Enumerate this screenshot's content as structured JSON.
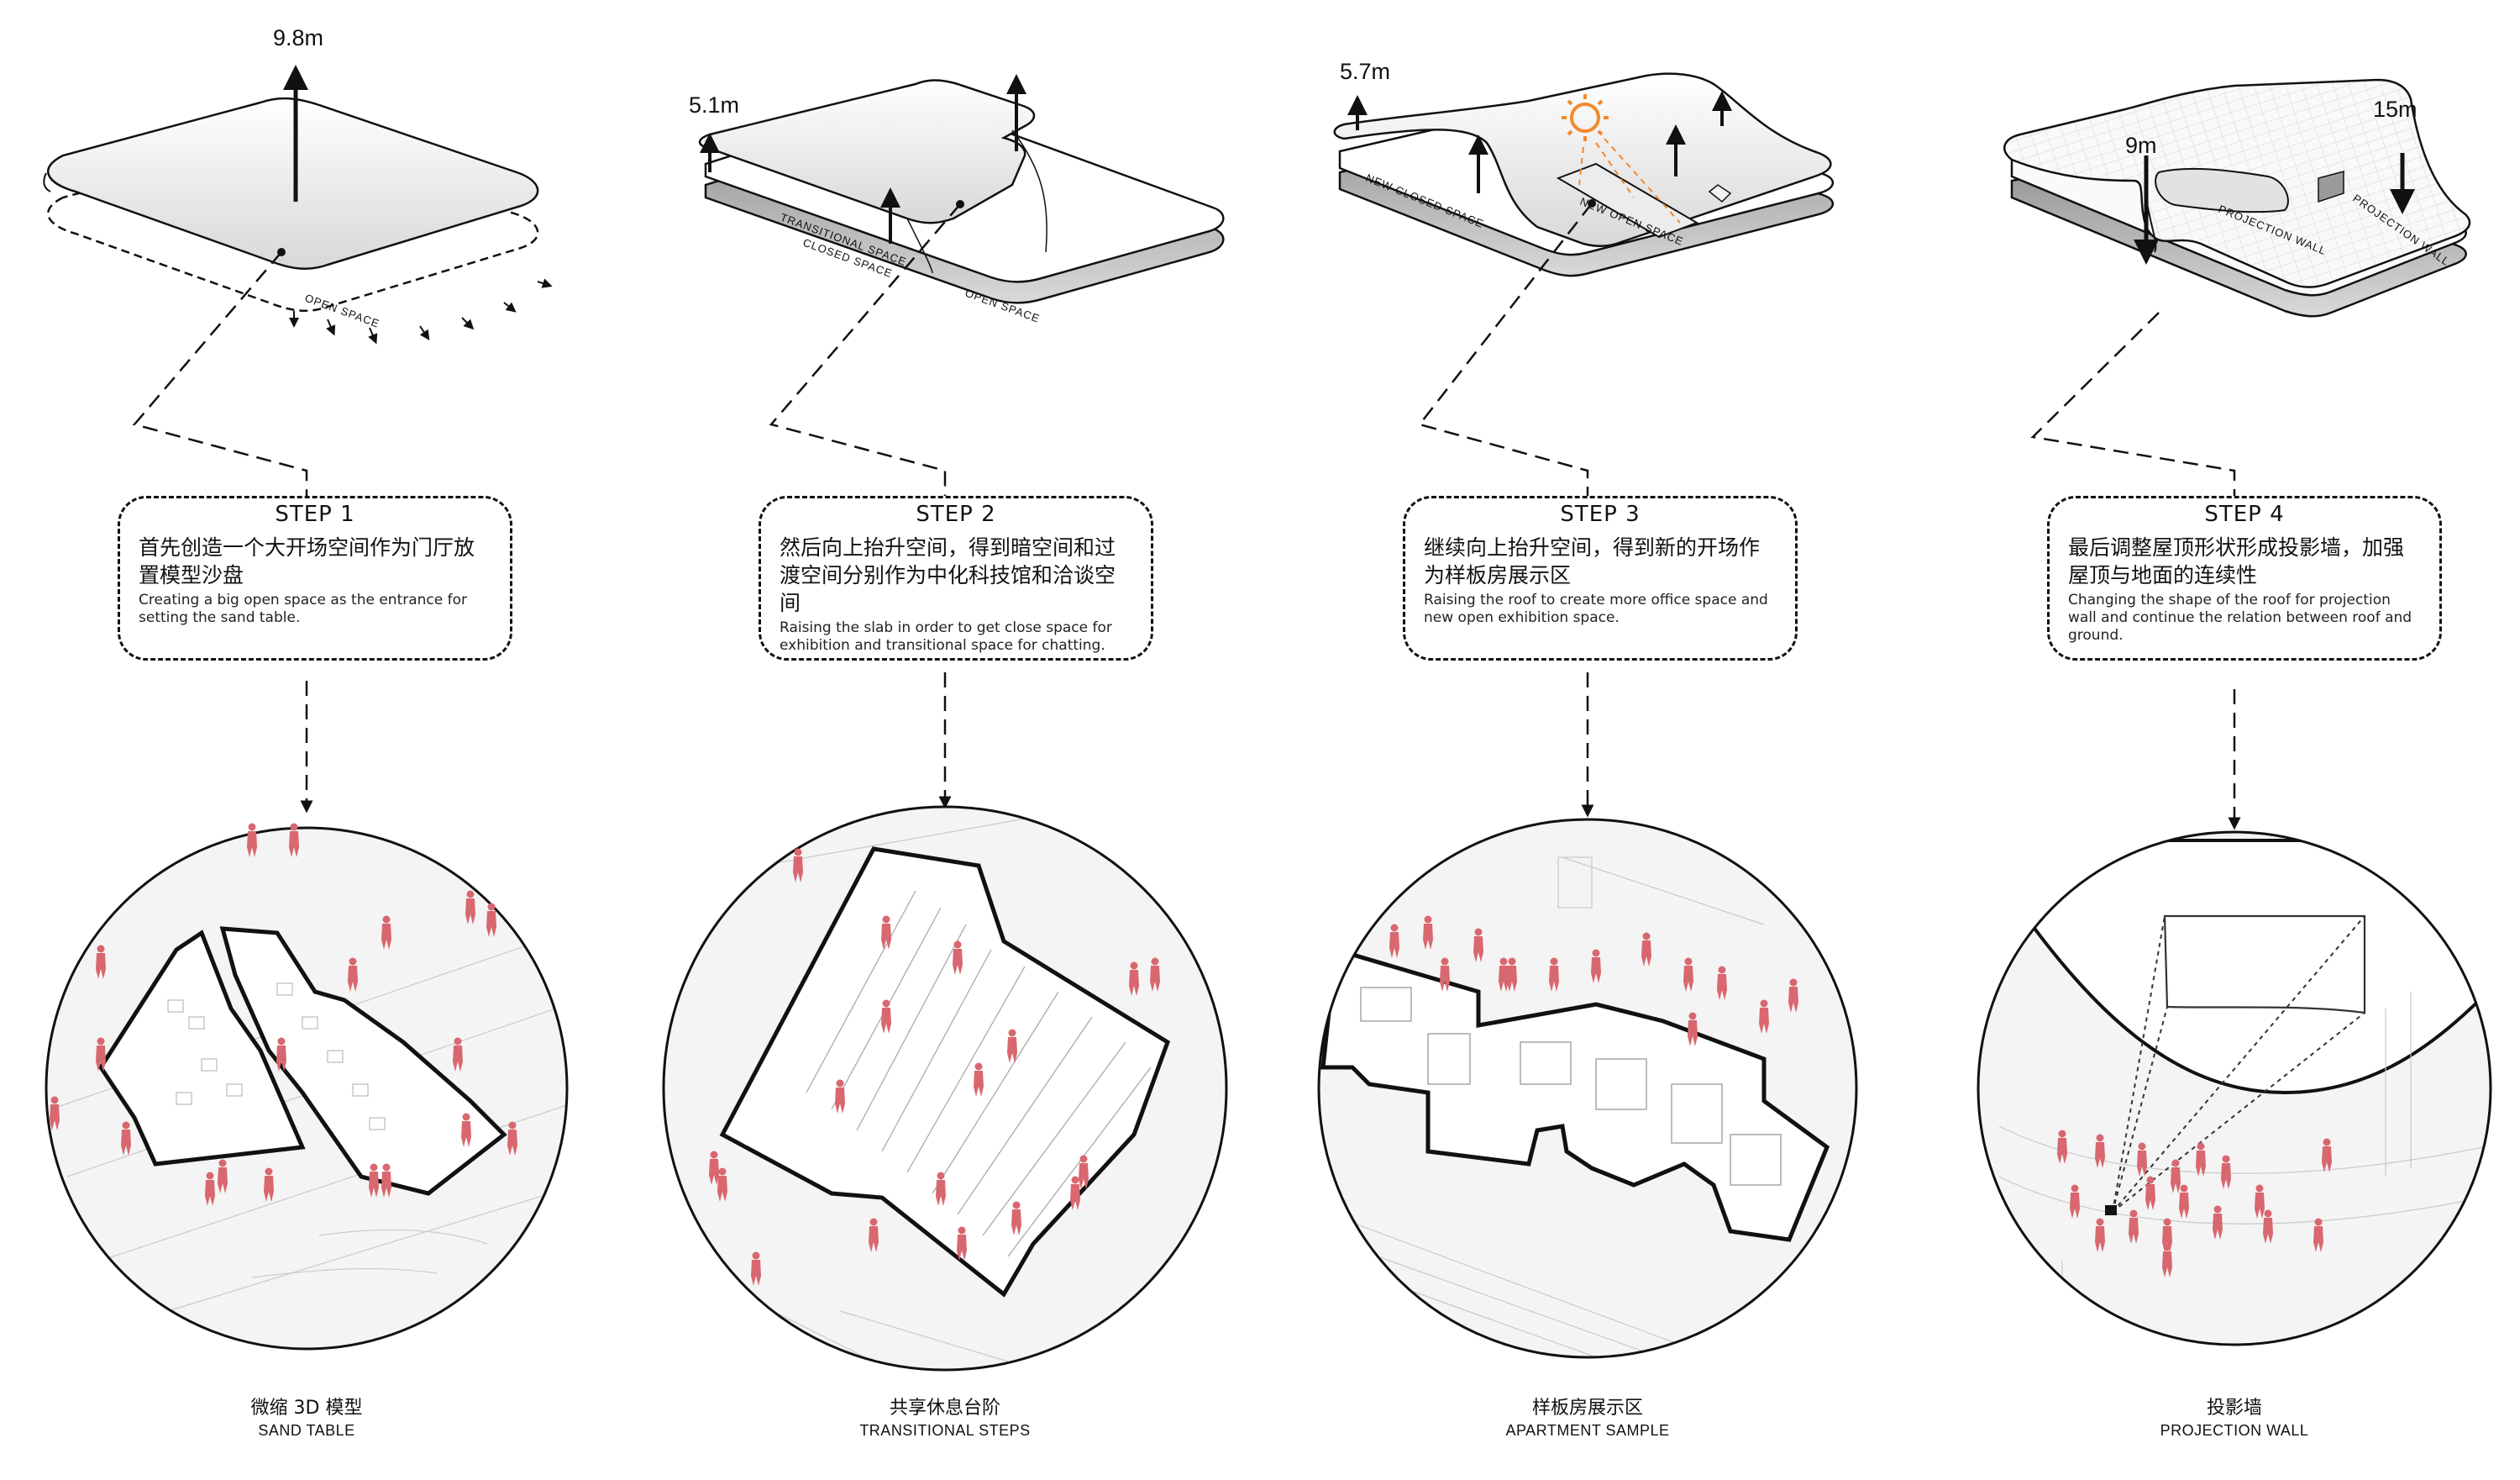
{
  "steps": [
    {
      "title": "STEP 1",
      "cn": "首先创造一个大开场空间作为门厅放置模型沙盘",
      "en": "Creating a big open space as the entrance for setting the sand table.",
      "caption_cn": "微缩 3D 模型",
      "caption_en": "SAND TABLE",
      "heights": [
        "9.8m"
      ],
      "space_labels": [
        "OPEN SPACE"
      ]
    },
    {
      "title": "STEP 2",
      "cn": "然后向上抬升空间，得到暗空间和过渡空间分别作为中化科技馆和洽谈空间",
      "en": "Raising the slab in order to get close space for exhibition and transitional space for chatting.",
      "caption_cn": "共享休息台阶",
      "caption_en": "TRANSITIONAL STEPS",
      "heights": [
        "5.1m"
      ],
      "space_labels": [
        "TRANSITIONAL SPACE",
        "CLOSED SPACE",
        "OPEN SPACE"
      ]
    },
    {
      "title": "STEP 3",
      "cn": "继续向上抬升空间，得到新的开场作为样板房展示区",
      "en": "Raising the roof to create more office space and new open exhibition space.",
      "caption_cn": "样板房展示区",
      "caption_en": "APARTMENT SAMPLE",
      "heights": [
        "5.7m"
      ],
      "space_labels": [
        "NEW CLOSED SPACE",
        "NEW OPEN SPACE"
      ]
    },
    {
      "title": "STEP 4",
      "cn": "最后调整屋顶形状形成投影墙，加强屋顶与地面的连续性",
      "en": "Changing the shape of the roof for projection wall and continue the relation between roof and ground.",
      "caption_cn": "投影墙",
      "caption_en": "PROJECTION WALL",
      "heights": [
        "9m",
        "15m"
      ],
      "space_labels": [
        "PROJECTION WALL",
        "PROJECTION WALL"
      ]
    }
  ],
  "colors": {
    "line": "#111111",
    "people": "#d9676f",
    "circle_fill": "#f5f5f5",
    "sun": "#f08a2c",
    "slab_shadow": "#9a9a9a"
  },
  "icons": [
    "up-arrow-icon",
    "down-arrow-icon",
    "sun-icon",
    "person-figure-icon"
  ]
}
